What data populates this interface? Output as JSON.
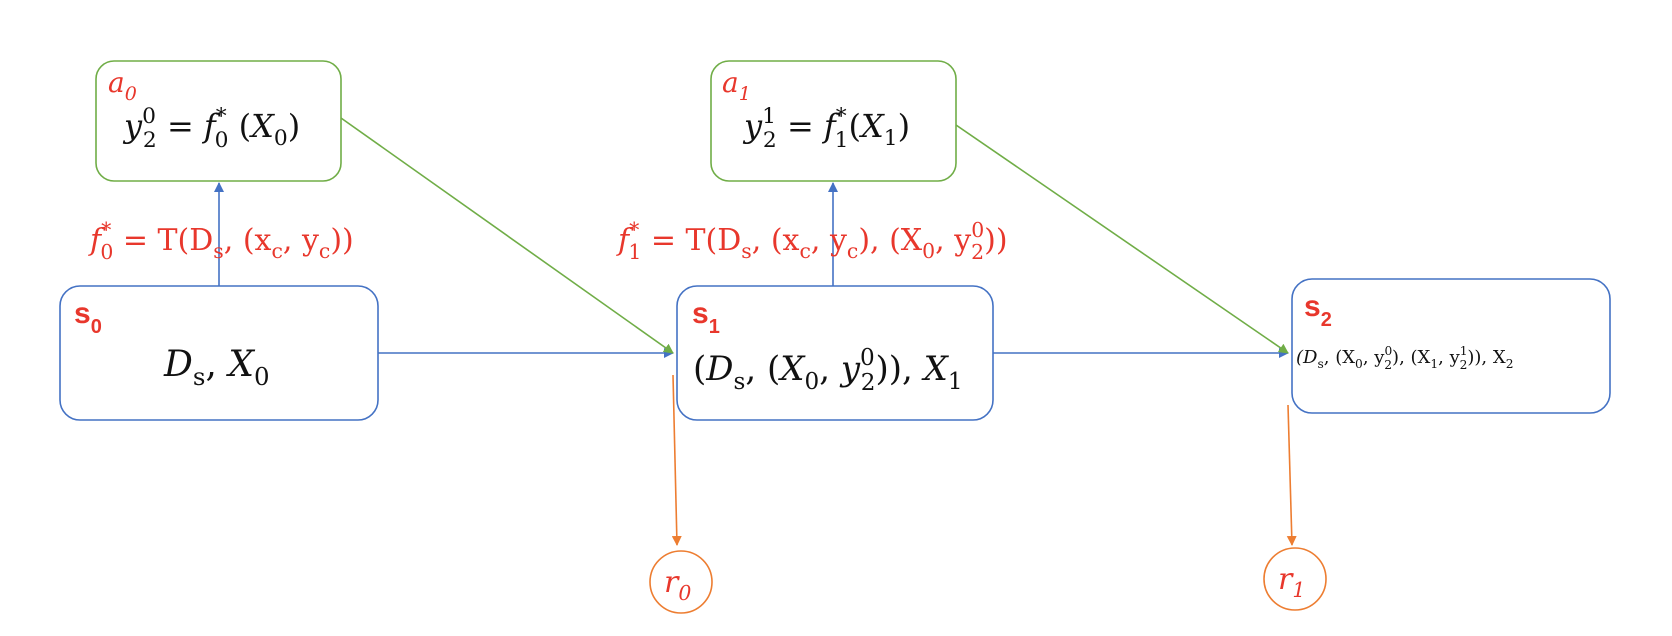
{
  "colors": {
    "state_border": "#4472c4",
    "action_border": "#70ad47",
    "reward_border": "#ed7d31",
    "label_red": "#e8372c",
    "text": "#111111",
    "arrow_state": "#4472c4",
    "arrow_action": "#70ad47",
    "arrow_reward": "#ed7d31"
  },
  "states": [
    {
      "label": "s",
      "label_sub": "0"
    },
    {
      "label": "s",
      "label_sub": "1"
    },
    {
      "label": "s",
      "label_sub": "2"
    }
  ],
  "actions": [
    {
      "label": "a",
      "label_sub": "0"
    },
    {
      "label": "a",
      "label_sub": "1"
    }
  ],
  "rewards": [
    {
      "label": "r",
      "label_sub": "0"
    },
    {
      "label": "r",
      "label_sub": "1"
    }
  ],
  "formulas": {
    "state0": {
      "D": "D",
      "s": "s",
      "sep": ", ",
      "X": "X",
      "x_sub": "0"
    },
    "state1": {
      "open": "(",
      "D": "D",
      "s": "s",
      "mid1": ", (",
      "X": "X",
      "x_sub": "0",
      "comma": ", ",
      "y": "y",
      "y_sub": "2",
      "y_sup": "0",
      "close": ")), ",
      "X2": "X",
      "x2_sub": "1"
    },
    "state2": {
      "text_a": "(D",
      "s": "s",
      "text_b": ", (X",
      "x0": "0",
      "text_c": ", y",
      "ysub1": "2",
      "ysup1": "0",
      "text_d": "), (X",
      "x1": "1",
      "text_e": ", y",
      "ysub2": "2",
      "ysup2": "1",
      "text_f": ")), X",
      "x2": "2"
    },
    "action0": {
      "y": "y",
      "y_sub": "2",
      "y_sup": "0",
      "eq": " = ",
      "f": "f",
      "f_sub": "0",
      "f_sup": "*",
      "arg_open": " (",
      "X": "X",
      "x_sub": "0",
      "arg_close": ")"
    },
    "action1": {
      "y": "y",
      "y_sub": "2",
      "y_sup": "1",
      "eq": " = ",
      "f": "f",
      "f_sub": "1",
      "f_sup": "*",
      "arg_open": "(",
      "X": "X",
      "x_sub": "1",
      "arg_close": ")"
    },
    "policy0": {
      "f": "f",
      "f_sub": "0",
      "f_sup": "*",
      "eq": " = T(D",
      "s": "s",
      "b": ", (x",
      "c1": "c",
      "c": ", y",
      "c2": "c",
      "end": "))"
    },
    "policy1": {
      "f": "f",
      "f_sub": "1",
      "f_sup": "*",
      "eq": " = T(D",
      "s": "s",
      "b": ", (x",
      "c1": "c",
      "c": ", y",
      "c2": "c",
      "d": "), (X",
      "x0": "0",
      "e": ", y",
      "ysub": "2",
      "ysup": "0",
      "end": "))"
    }
  }
}
